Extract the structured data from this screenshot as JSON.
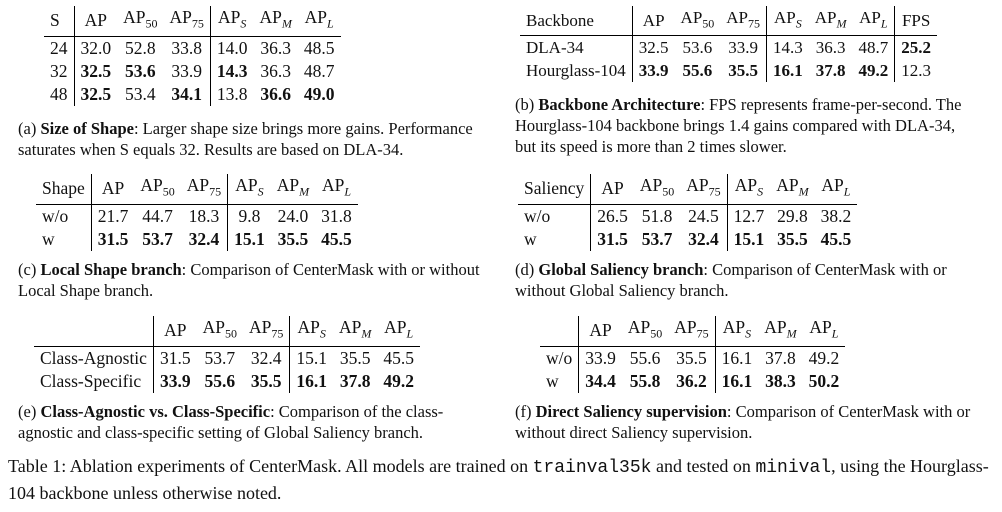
{
  "panels": {
    "a": {
      "label": "(a)",
      "title": "Size of Shape",
      "desc": ": Larger shape size brings more gains. Performance saturates when S equals 32. Results are based on DLA-34.",
      "columns": [
        "S",
        "AP",
        "AP50",
        "AP75",
        "APS",
        "APM",
        "APL"
      ],
      "rows": [
        [
          "24",
          "32.0",
          "52.8",
          "33.8",
          "14.0",
          "36.3",
          "48.5"
        ],
        [
          "32",
          "32.5",
          "53.6",
          "33.9",
          "14.3",
          "36.3",
          "48.7"
        ],
        [
          "48",
          "32.5",
          "53.4",
          "34.1",
          "13.8",
          "36.6",
          "49.0"
        ]
      ],
      "bold": [
        [
          1,
          1
        ],
        [
          1,
          2
        ],
        [
          1,
          4
        ],
        [
          2,
          1
        ],
        [
          2,
          3
        ],
        [
          2,
          5
        ],
        [
          2,
          6
        ]
      ]
    },
    "b": {
      "label": "(b)",
      "title": "Backbone Architecture",
      "desc": ": FPS represents frame-per-second. The Hourglass-104 backbone brings 1.4 gains compared with DLA-34, but its speed is more than 2 times slower.",
      "columns": [
        "Backbone",
        "AP",
        "AP50",
        "AP75",
        "APS",
        "APM",
        "APL",
        "FPS"
      ],
      "rows": [
        [
          "DLA-34",
          "32.5",
          "53.6",
          "33.9",
          "14.3",
          "36.3",
          "48.7",
          "25.2"
        ],
        [
          "Hourglass-104",
          "33.9",
          "55.6",
          "35.5",
          "16.1",
          "37.8",
          "49.2",
          "12.3"
        ]
      ],
      "bold": [
        [
          0,
          7
        ],
        [
          1,
          1
        ],
        [
          1,
          2
        ],
        [
          1,
          3
        ],
        [
          1,
          4
        ],
        [
          1,
          5
        ],
        [
          1,
          6
        ]
      ]
    },
    "c": {
      "label": "(c)",
      "title": "Local Shape branch",
      "desc": ": Comparison of CenterMask with or without Local Shape branch.",
      "columns": [
        "Shape",
        "AP",
        "AP50",
        "AP75",
        "APS",
        "APM",
        "APL"
      ],
      "rows": [
        [
          "w/o",
          "21.7",
          "44.7",
          "18.3",
          "9.8",
          "24.0",
          "31.8"
        ],
        [
          "w",
          "31.5",
          "53.7",
          "32.4",
          "15.1",
          "35.5",
          "45.5"
        ]
      ],
      "bold": [
        [
          1,
          1
        ],
        [
          1,
          2
        ],
        [
          1,
          3
        ],
        [
          1,
          4
        ],
        [
          1,
          5
        ],
        [
          1,
          6
        ]
      ]
    },
    "d": {
      "label": "(d)",
      "title": "Global Saliency branch",
      "desc": ": Comparison of CenterMask with or without Global Saliency branch.",
      "columns": [
        "Saliency",
        "AP",
        "AP50",
        "AP75",
        "APS",
        "APM",
        "APL"
      ],
      "rows": [
        [
          "w/o",
          "26.5",
          "51.8",
          "24.5",
          "12.7",
          "29.8",
          "38.2"
        ],
        [
          "w",
          "31.5",
          "53.7",
          "32.4",
          "15.1",
          "35.5",
          "45.5"
        ]
      ],
      "bold": [
        [
          1,
          1
        ],
        [
          1,
          2
        ],
        [
          1,
          3
        ],
        [
          1,
          4
        ],
        [
          1,
          5
        ],
        [
          1,
          6
        ]
      ]
    },
    "e": {
      "label": "(e)",
      "title": "Class-Agnostic vs. Class-Specific",
      "desc": ": Comparison of the class-agnostic and class-specific setting of Global Saliency branch.",
      "columns": [
        "",
        "AP",
        "AP50",
        "AP75",
        "APS",
        "APM",
        "APL"
      ],
      "rows": [
        [
          "Class-Agnostic",
          "31.5",
          "53.7",
          "32.4",
          "15.1",
          "35.5",
          "45.5"
        ],
        [
          "Class-Specific",
          "33.9",
          "55.6",
          "35.5",
          "16.1",
          "37.8",
          "49.2"
        ]
      ],
      "bold": [
        [
          1,
          1
        ],
        [
          1,
          2
        ],
        [
          1,
          3
        ],
        [
          1,
          4
        ],
        [
          1,
          5
        ],
        [
          1,
          6
        ]
      ]
    },
    "f": {
      "label": "(f)",
      "title": "Direct Saliency supervision",
      "desc": ": Comparison of CenterMask with or without direct Saliency supervision.",
      "columns": [
        "",
        "AP",
        "AP50",
        "AP75",
        "APS",
        "APM",
        "APL"
      ],
      "rows": [
        [
          "w/o",
          "33.9",
          "55.6",
          "35.5",
          "16.1",
          "37.8",
          "49.2"
        ],
        [
          "w",
          "34.4",
          "55.8",
          "36.2",
          "16.1",
          "38.3",
          "50.2"
        ]
      ],
      "bold": [
        [
          1,
          1
        ],
        [
          1,
          2
        ],
        [
          1,
          3
        ],
        [
          1,
          4
        ],
        [
          1,
          5
        ],
        [
          1,
          6
        ]
      ]
    }
  },
  "main_caption": {
    "prefix": "Table 1: Ablation experiments of CenterMask. All models are trained on ",
    "train_set": "trainval35k",
    "middle": " and tested on ",
    "test_set": "minival",
    "suffix": ", using the Hourglass-104 backbone unless otherwise noted."
  }
}
